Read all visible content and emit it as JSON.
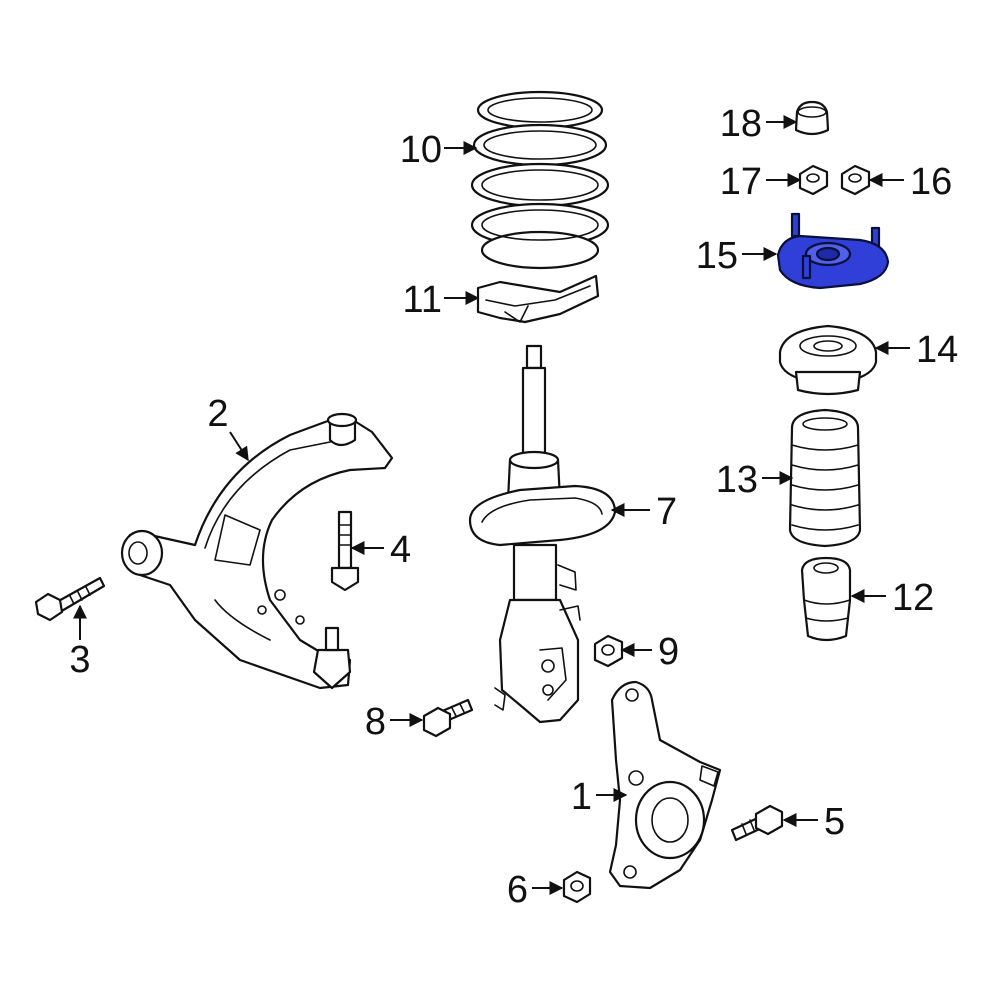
{
  "colors": {
    "highlight": "#2f3fd8",
    "line": "#111111",
    "background": "#ffffff"
  },
  "callouts": [
    {
      "id": "1",
      "label": "1"
    },
    {
      "id": "2",
      "label": "2"
    },
    {
      "id": "3",
      "label": "3"
    },
    {
      "id": "4",
      "label": "4"
    },
    {
      "id": "5",
      "label": "5"
    },
    {
      "id": "6",
      "label": "6"
    },
    {
      "id": "7",
      "label": "7"
    },
    {
      "id": "8",
      "label": "8"
    },
    {
      "id": "9",
      "label": "9"
    },
    {
      "id": "10",
      "label": "10"
    },
    {
      "id": "11",
      "label": "11"
    },
    {
      "id": "12",
      "label": "12"
    },
    {
      "id": "13",
      "label": "13"
    },
    {
      "id": "14",
      "label": "14"
    },
    {
      "id": "15",
      "label": "15"
    },
    {
      "id": "16",
      "label": "16"
    },
    {
      "id": "17",
      "label": "17"
    },
    {
      "id": "18",
      "label": "18"
    }
  ]
}
